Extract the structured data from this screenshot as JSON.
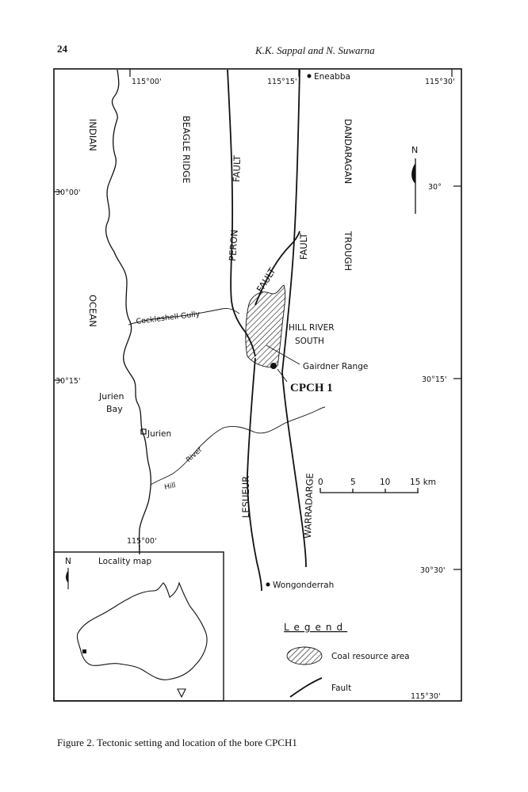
{
  "header": {
    "page_number": "24",
    "running_head": "K.K. Sappal and N. Suwarna"
  },
  "map": {
    "coords": {
      "lon_115_00_top": "115°00'",
      "lon_115_15_top": "115°15'",
      "lon_115_30_top": "115°30'",
      "lat_30_00_left": "30°00'",
      "lat_30_15_left": "30°15'",
      "lat_30_right": "30°",
      "lat_30_15_right": "30°15'",
      "lat_30_30_right": "30°30'",
      "lon_115_00_inset": "115°00'",
      "lon_115_30_bottom": "115°30'"
    },
    "vertical_labels": {
      "indian": "INDIAN",
      "ocean": "OCEAN",
      "beagle_ridge": "BEAGLE RIDGE",
      "peron": "PERON",
      "fault_upper": "FAULT",
      "fault_diagonal": "FAULT",
      "fault_right": "FAULT",
      "dandaragan": "DANDARAGAN",
      "trough": "TROUGH",
      "lesueur": "LESUEUR",
      "warradarge": "WARRADARGE"
    },
    "places": {
      "eneabba": "Eneabba",
      "hill_river_south_1": "HILL RIVER",
      "hill_river_south_2": "SOUTH",
      "gairdner_range": "Gairdner Range",
      "cpch1": "CPCH 1",
      "jurien_bay_1": "Jurien",
      "jurien_bay_2": "Bay",
      "jurien": "Jurien",
      "cockleshell_gully": "Cockleshell Gully",
      "hill": "Hill",
      "river": "River",
      "wongonderrah": "Wongonderrah"
    },
    "north_arrow_label": "N",
    "scale_bar": {
      "ticks": [
        "0",
        "5",
        "10",
        "15 km"
      ]
    },
    "inset": {
      "title": "Locality map",
      "north_label": "N"
    },
    "legend": {
      "title": "Legend",
      "items": [
        {
          "label": "Coal resource area",
          "symbol": "hatched-area"
        },
        {
          "label": "Fault",
          "symbol": "line"
        }
      ]
    }
  },
  "caption": "Figure 2. Tectonic setting and location of the bore CPCH1"
}
